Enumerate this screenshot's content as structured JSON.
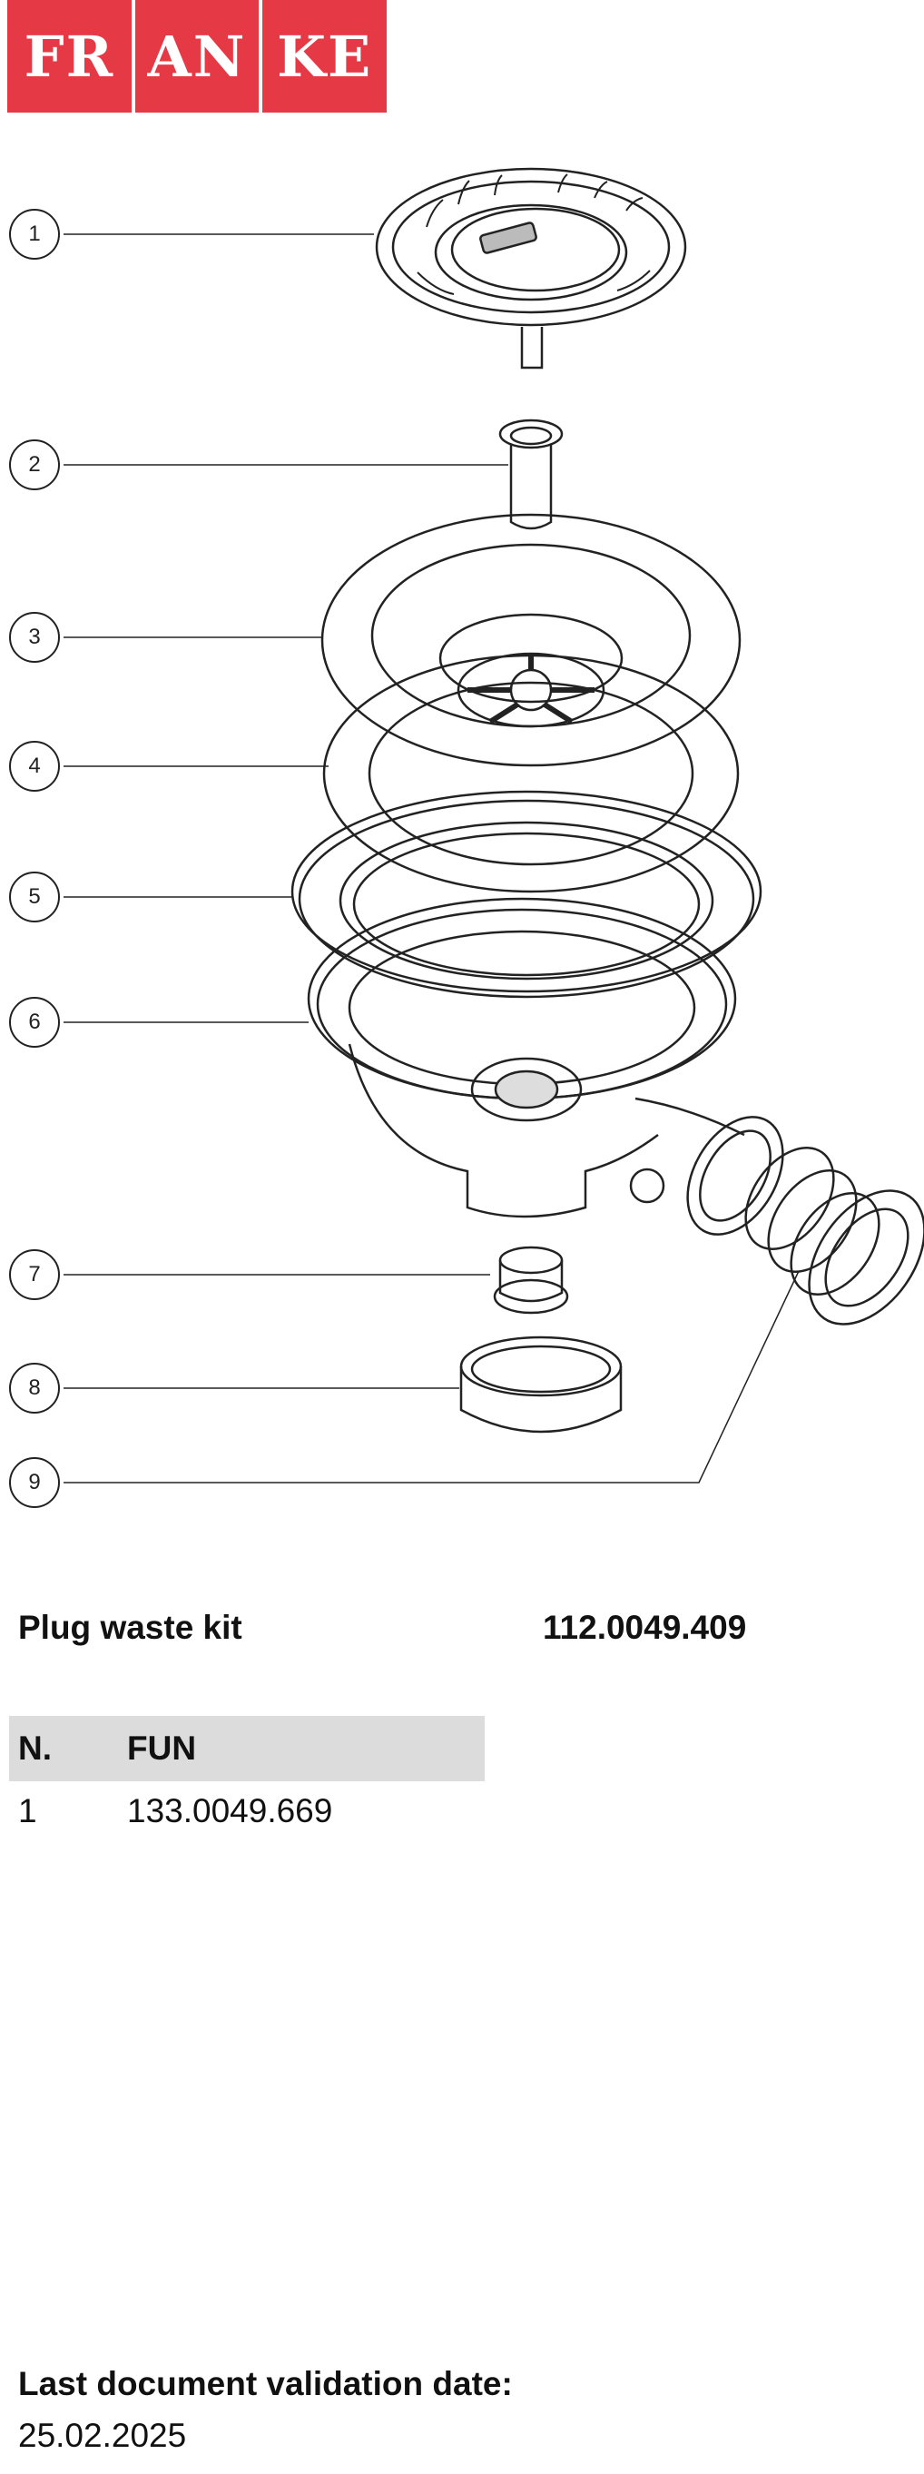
{
  "brand": {
    "logo_letters": [
      "FR",
      "AN",
      "KE"
    ],
    "logo_color": "#e63946"
  },
  "callouts": [
    "1",
    "2",
    "3",
    "4",
    "5",
    "6",
    "7",
    "8",
    "9"
  ],
  "kit": {
    "title": "Plug waste kit",
    "code": "112.0049.409"
  },
  "parts_table": {
    "headers": [
      "N.",
      "FUN"
    ],
    "rows": [
      [
        "1",
        "133.0049.669"
      ]
    ]
  },
  "validation": {
    "label": "Last document validation date:",
    "date": "25.02.2025"
  }
}
